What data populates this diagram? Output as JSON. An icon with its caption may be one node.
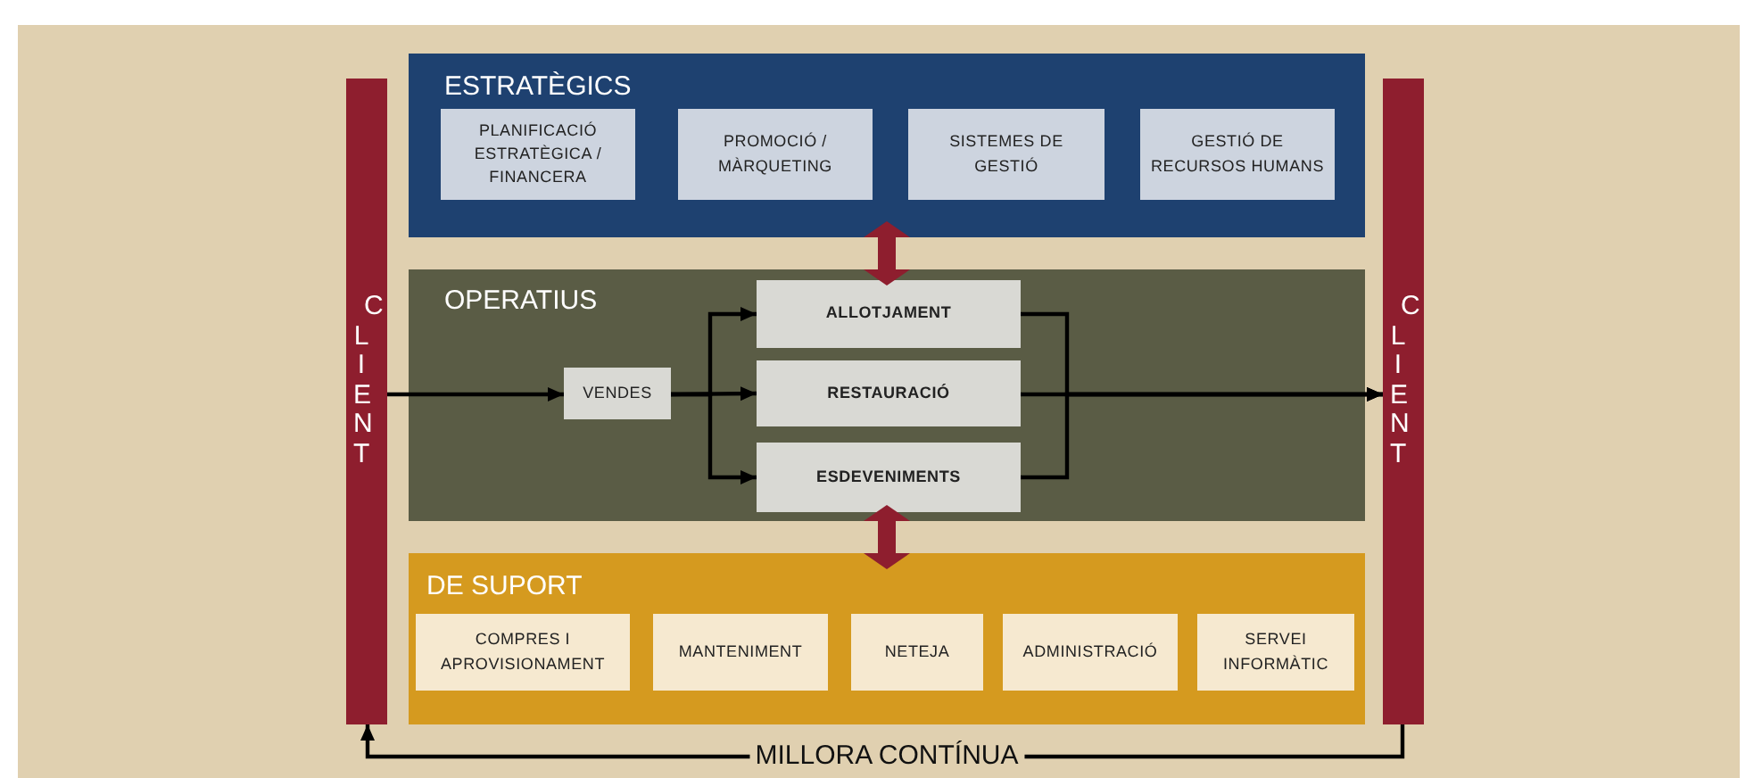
{
  "diagram": {
    "nodes": [
      {
        "text": [
          "CLIENT"
        ]
      },
      {
        "text": [
          "ESTRATÈGICS"
        ]
      },
      {
        "text": [
          "PLANIFICACIÓ ESTRATÈGICA / FINANCERA"
        ],
        "in": 1
      },
      {
        "text": [
          "PROMOCIÓ / MÀRQUETING"
        ],
        "in": 1
      },
      {
        "text": [
          "SISTEMES DE GESTIÓ"
        ],
        "in": 1
      },
      {
        "text": [
          "GESTIÓ DE RECURSOS HUMANS"
        ],
        "in": 1
      },
      {
        "text": [
          "OPERATIUS"
        ]
      },
      {
        "text": [
          "VENDES"
        ],
        "in": 6
      },
      {
        "text": [
          "ALLOTJAMENT"
        ],
        "in": 6
      },
      {
        "text": [
          "RESTAURACIÓ"
        ],
        "in": 6
      },
      {
        "text": [
          "ESDEVENIMENTS"
        ],
        "in": 6
      },
      {
        "text": [
          "DE SUPORT"
        ]
      },
      {
        "text": [
          "COMPRES I APROVISIONAMENT"
        ],
        "in": 11
      },
      {
        "text": [
          "MANTENIMENT"
        ],
        "in": 11
      },
      {
        "text": [
          "NETEJA"
        ],
        "in": 11
      },
      {
        "text": [
          "ADMINISTRACIÓ"
        ],
        "in": 11
      },
      {
        "text": [
          "SERVEI INFORMÀTIC"
        ],
        "in": 11
      },
      {
        "text": [
          "CLIENT"
        ]
      }
    ],
    "edges": [
      {
        "from": 0,
        "to": 7,
        "arrow": "to"
      },
      {
        "from": 7,
        "to": 8,
        "arrow": "to"
      },
      {
        "from": 7,
        "to": 9,
        "arrow": "to"
      },
      {
        "from": 7,
        "to": 10,
        "arrow": "to"
      },
      {
        "from": 8,
        "to": 17,
        "arrow": "to"
      },
      {
        "from": 9,
        "to": 17,
        "arrow": "to"
      },
      {
        "from": 10,
        "to": 17,
        "arrow": "to"
      },
      {
        "from": 1,
        "to": 6,
        "arrow": "both",
        "style": "thick",
        "color": "#8e1e2e"
      },
      {
        "from": 6,
        "to": 11,
        "arrow": "both",
        "style": "thick",
        "color": "#8e1e2e"
      },
      {
        "from": 17,
        "to": 0,
        "arrow": "to",
        "label": "MILLORA CONTÍNUA"
      }
    ]
  }
}
